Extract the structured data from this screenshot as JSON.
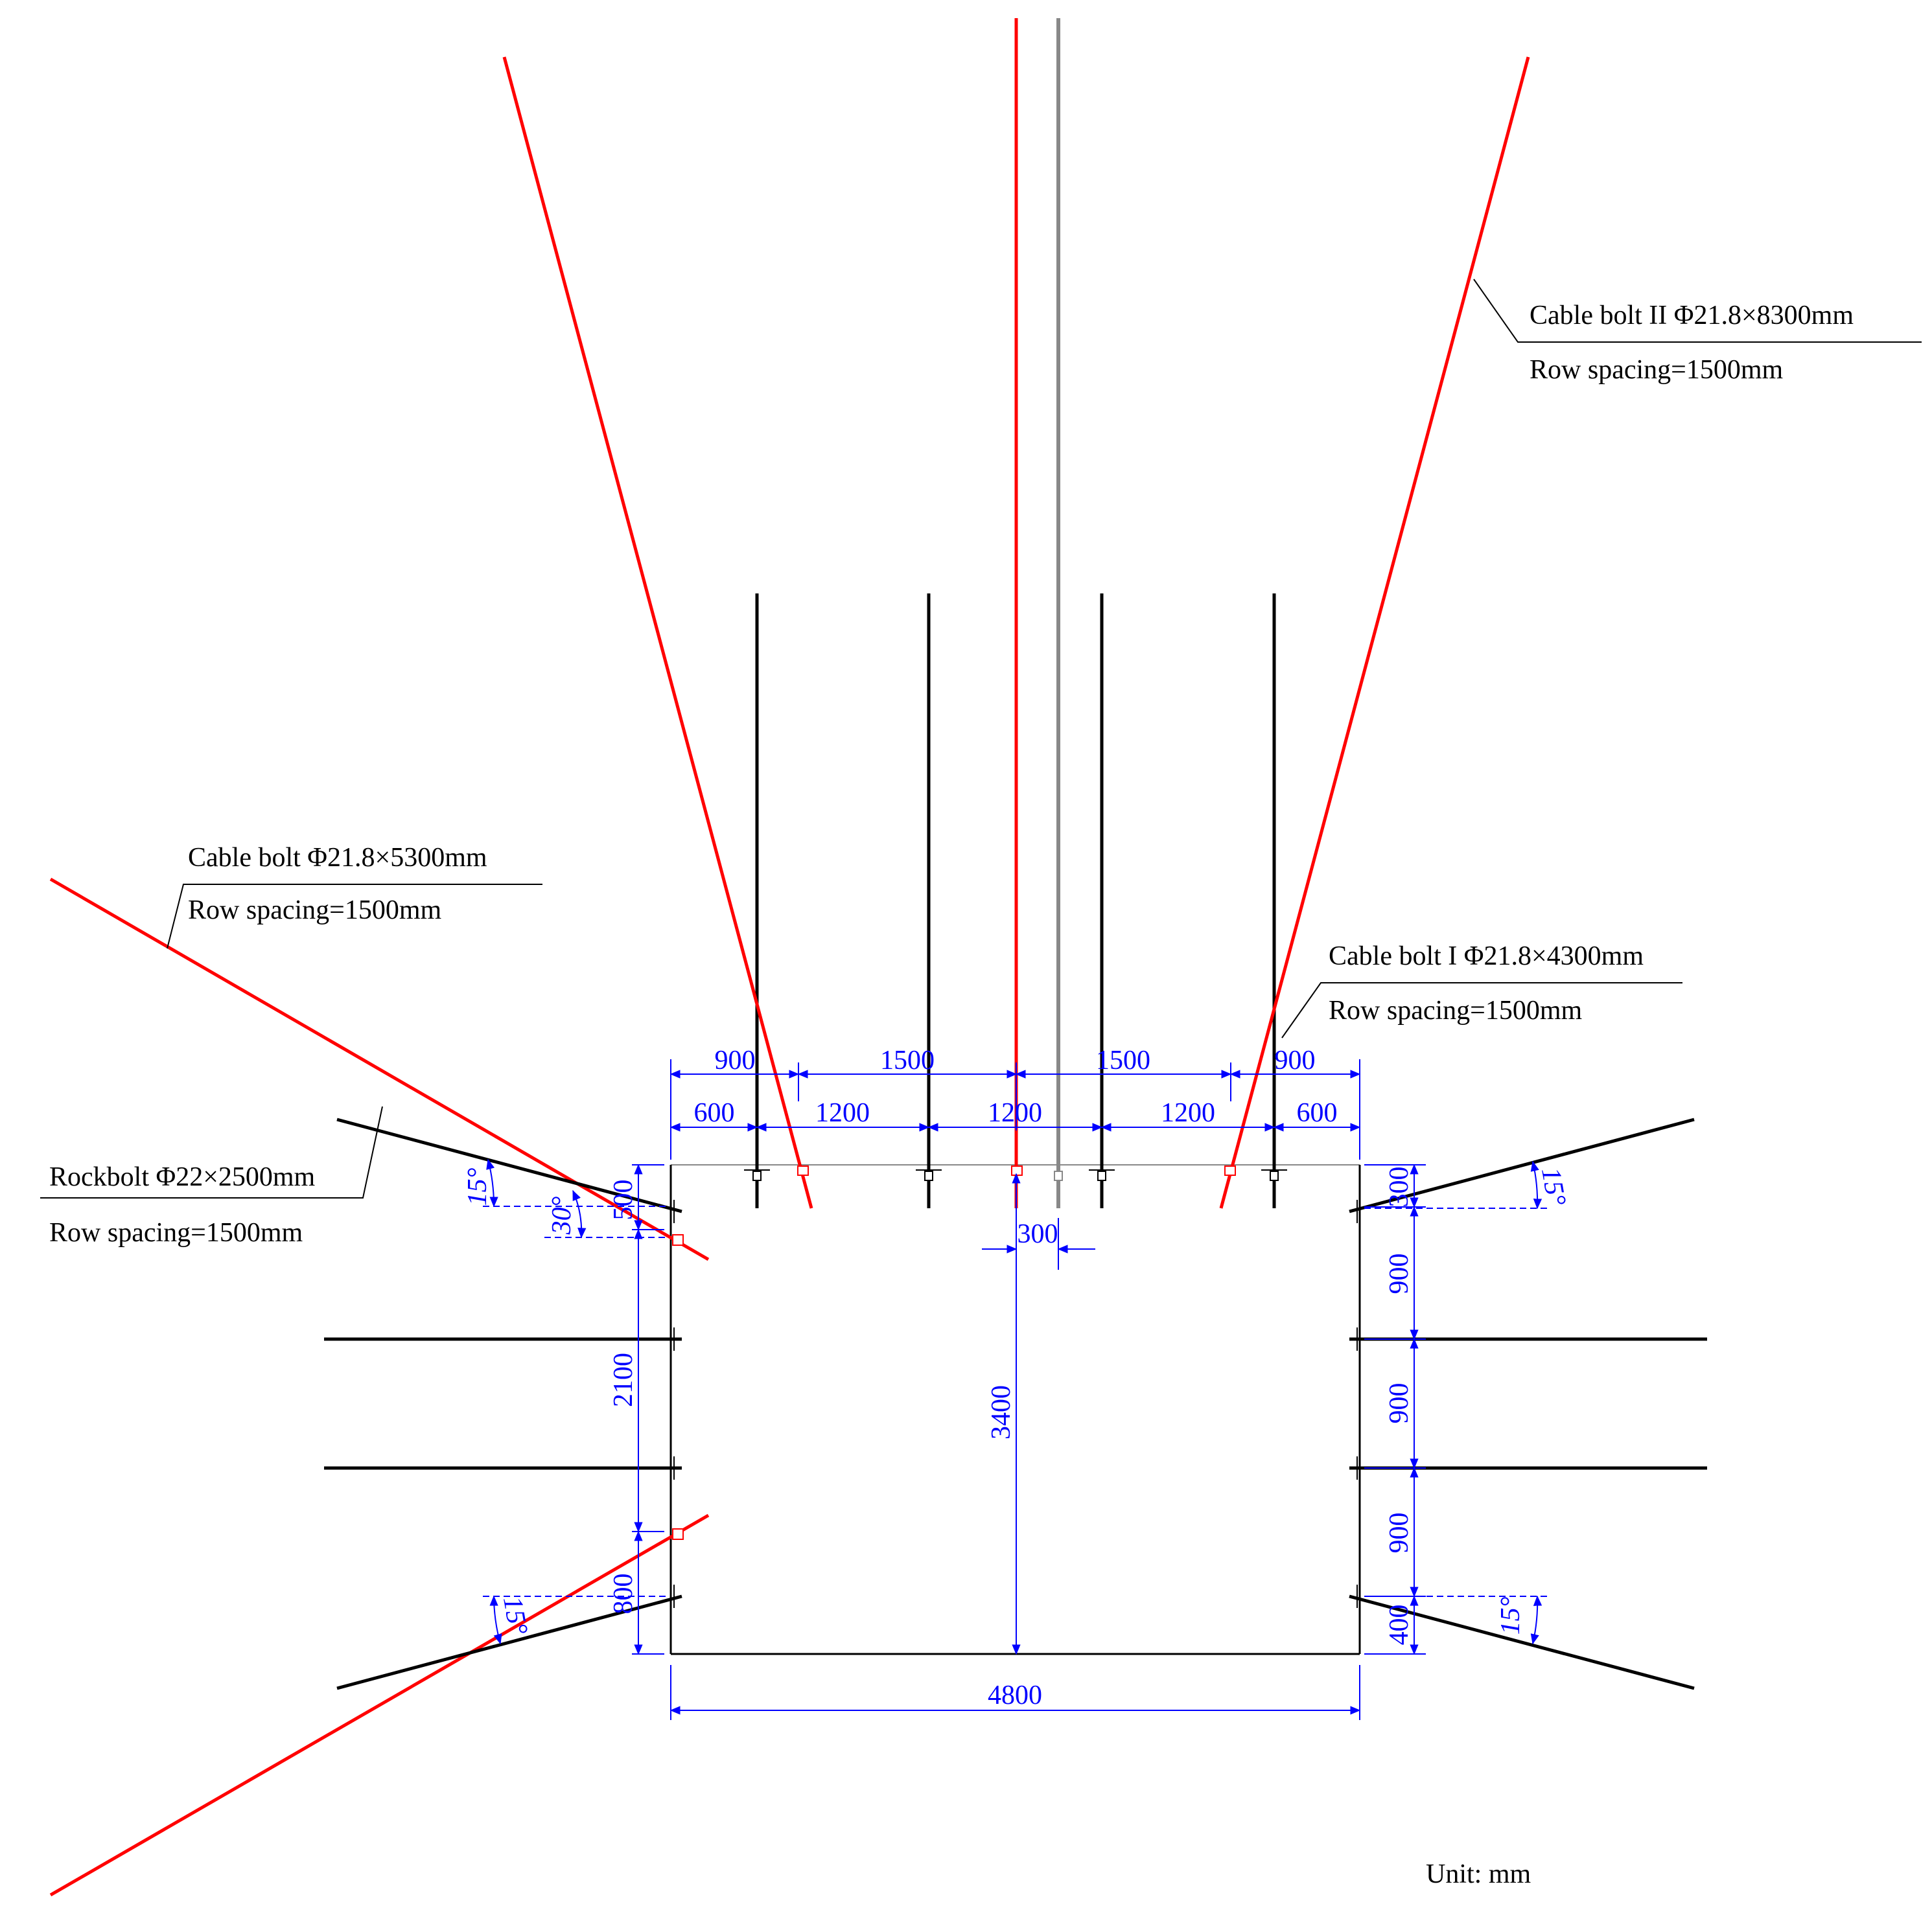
{
  "labels": {
    "cable_bolt_ii": "Cable bolt II Φ21.8×8300mm",
    "cable_bolt_ii_spacing": "Row spacing=1500mm",
    "cable_bolt": "Cable bolt Φ21.8×5300mm",
    "cable_bolt_spacing": "Row spacing=1500mm",
    "cable_bolt_i": "Cable bolt I Φ21.8×4300mm",
    "cable_bolt_i_spacing": "Row spacing=1500mm",
    "rockbolt": "Rockbolt Φ22×2500mm",
    "rockbolt_spacing": "Row spacing=1500mm",
    "unit": "Unit: mm"
  },
  "dimensions": {
    "top_row_1": [
      "900",
      "1500",
      "1500",
      "900"
    ],
    "top_row_2": [
      "600",
      "1200",
      "1200",
      "1200",
      "600"
    ],
    "center_offset": "300",
    "left_top": "500",
    "left_middle": "2100",
    "left_bottom": "800",
    "height": "3400",
    "right": [
      "300",
      "900",
      "900",
      "900",
      "400"
    ],
    "width": "4800"
  },
  "angles": {
    "left_top_rockbolt": "15°",
    "left_cable": "30°",
    "left_bottom": "15°",
    "right_top": "15°",
    "right_bottom": "15°"
  },
  "colors": {
    "rockbolt": "#000000",
    "cable_bolt": "#ff0000",
    "dimension": "#0000ff",
    "center_rod": "#808080"
  }
}
